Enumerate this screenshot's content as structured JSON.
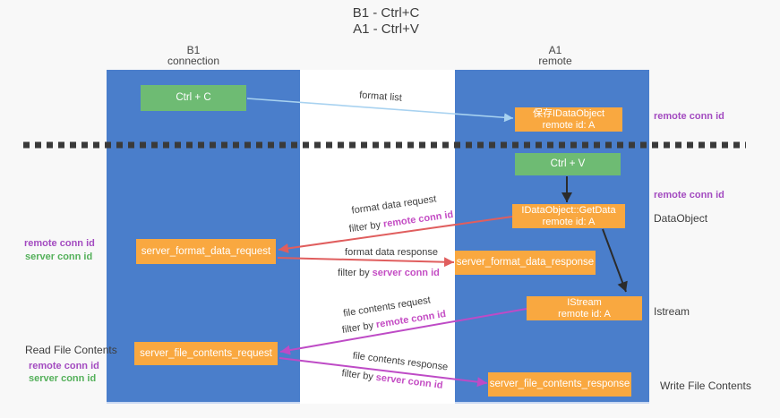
{
  "title": {
    "line1": "B1 - Ctrl+C",
    "line2": "A1 - Ctrl+V"
  },
  "columns": {
    "left": {
      "header_line1": "B1",
      "header_line2": "connection"
    },
    "right": {
      "header_line1": "A1",
      "header_line2": "remote"
    }
  },
  "nodes": {
    "ctrl_c": "Ctrl + C",
    "ctrl_v": "Ctrl + V",
    "save_dataobject": {
      "line1": "保存IDataObject",
      "line2": "remote id: A"
    },
    "getdata": {
      "line1": "IDataObject::GetData",
      "line2": "remote id: A"
    },
    "istream": {
      "line1": "IStream",
      "line2": "remote id: A"
    },
    "format_request": "server_format_data_request",
    "format_response": "server_format_data_response",
    "file_request": "server_file_contents_request",
    "file_response": "server_file_contents_response"
  },
  "arrow_labels": {
    "format_list": "format list",
    "format_data_request": "format data request",
    "format_data_response": "format data response",
    "file_contents_request": "file contents request",
    "file_contents_response": "file contents response",
    "filter_by": "filter by ",
    "remote_conn_id": "remote conn id",
    "server_conn_id": "server conn id"
  },
  "side_labels": {
    "right_remote_conn_top": "remote conn id",
    "right_remote_conn_mid": "remote conn id",
    "dataobject": "DataObject",
    "istream": "Istream",
    "write_file_contents": "Write File Contents",
    "left_remote_conn_top": "remote conn id",
    "left_server_conn_top": "server conn id",
    "read_file_contents": "Read File Contents",
    "left_remote_conn_bottom": "remote conn id",
    "left_server_conn_bottom": "server conn id"
  },
  "colors": {
    "bg": "#f8f8f8",
    "lane": "#ffffff",
    "blue": "#4A7ECB",
    "orange": "#F9A840",
    "green": "#6EBB73",
    "arrowBlue": "#A8D2F0",
    "arrowRed": "#E05E5E",
    "arrowMagenta": "#BE4BC6",
    "arrowBlack": "#2b2b2b",
    "textDark": "#3d3d3d",
    "textPurple": "#A34BC0",
    "textGreen": "#54B05A",
    "textMagenta": "#C44DC4",
    "dash": "#3a3a3a"
  }
}
